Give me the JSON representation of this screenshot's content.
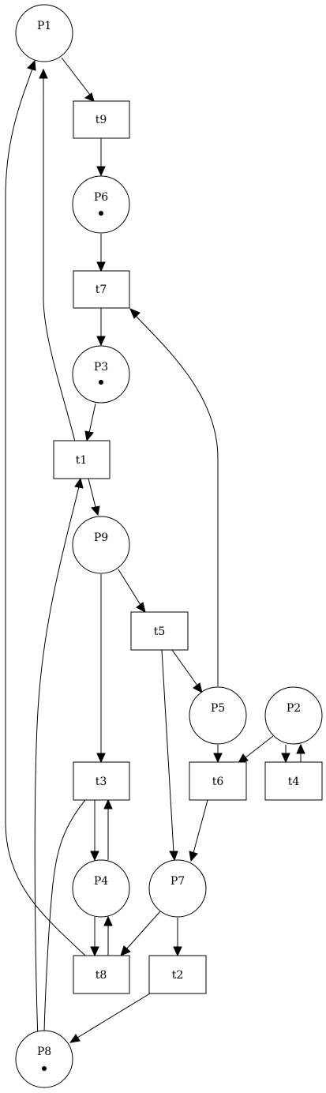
{
  "diagram": {
    "places": {
      "P1": {
        "label": "P1",
        "tokens": 0
      },
      "P6": {
        "label": "P6",
        "tokens": 1
      },
      "P3": {
        "label": "P3",
        "tokens": 1
      },
      "P9": {
        "label": "P9",
        "tokens": 0
      },
      "P5": {
        "label": "P5",
        "tokens": 0
      },
      "P2": {
        "label": "P2",
        "tokens": 0
      },
      "P4": {
        "label": "P4",
        "tokens": 0
      },
      "P7": {
        "label": "P7",
        "tokens": 0
      },
      "P8": {
        "label": "P8",
        "tokens": 1
      }
    },
    "transitions": {
      "t9": {
        "label": "t9"
      },
      "t7": {
        "label": "t7"
      },
      "t1": {
        "label": "t1"
      },
      "t5": {
        "label": "t5"
      },
      "t3": {
        "label": "t3"
      },
      "t6": {
        "label": "t6"
      },
      "t4": {
        "label": "t4"
      },
      "t8": {
        "label": "t8"
      },
      "t2": {
        "label": "t2"
      }
    },
    "arcs": [
      {
        "from": "P1",
        "to": "t9"
      },
      {
        "from": "t9",
        "to": "P6"
      },
      {
        "from": "P6",
        "to": "t7"
      },
      {
        "from": "t7",
        "to": "P3"
      },
      {
        "from": "P3",
        "to": "t1"
      },
      {
        "from": "t1",
        "to": "P1"
      },
      {
        "from": "t1",
        "to": "P9"
      },
      {
        "from": "P9",
        "to": "t5"
      },
      {
        "from": "P9",
        "to": "t3"
      },
      {
        "from": "t5",
        "to": "P5"
      },
      {
        "from": "t5",
        "to": "P7"
      },
      {
        "from": "P5",
        "to": "t7"
      },
      {
        "from": "P5",
        "to": "t6"
      },
      {
        "from": "P2",
        "to": "t6"
      },
      {
        "from": "P2",
        "to": "t4"
      },
      {
        "from": "t4",
        "to": "P2"
      },
      {
        "from": "t3",
        "to": "P4"
      },
      {
        "from": "P4",
        "to": "t3"
      },
      {
        "from": "t3",
        "to": "P8"
      },
      {
        "from": "t6",
        "to": "P7"
      },
      {
        "from": "P4",
        "to": "t8"
      },
      {
        "from": "t8",
        "to": "P4"
      },
      {
        "from": "P7",
        "to": "t8"
      },
      {
        "from": "P7",
        "to": "t2"
      },
      {
        "from": "t8",
        "to": "P1"
      },
      {
        "from": "t2",
        "to": "P8"
      },
      {
        "from": "P8",
        "to": "t1"
      }
    ]
  }
}
